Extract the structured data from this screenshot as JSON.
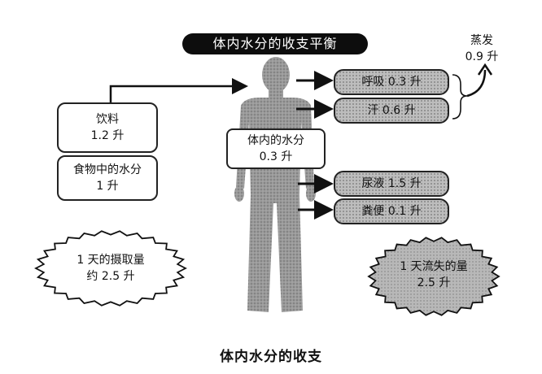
{
  "title": "体内水分的收支平衡",
  "caption": "体内水分的收支",
  "intake": {
    "drink_label": "饮料",
    "drink_amount": "1.2 升",
    "food_label": "食物中的水分",
    "food_amount": "1 升",
    "total_line1": "1 天的摄取量",
    "total_line2": "约 2.5 升"
  },
  "body_water": {
    "label": "体内的水分",
    "amount": "0.3 升"
  },
  "output": {
    "breath": "呼吸 0.3 升",
    "sweat": "汗 0.6 升",
    "urine": "尿液 1.5 升",
    "stool": "粪便 0.1 升",
    "evap_label": "蒸发",
    "evap_amount": "0.9 升",
    "total_line1": "1 天流失的量",
    "total_line2": "2.5 升"
  },
  "colors": {
    "ink": "#111111",
    "figure": "#8a8a8a",
    "pill_fill": "#bdbdbd",
    "burst_fill": "#b8b8b8"
  }
}
